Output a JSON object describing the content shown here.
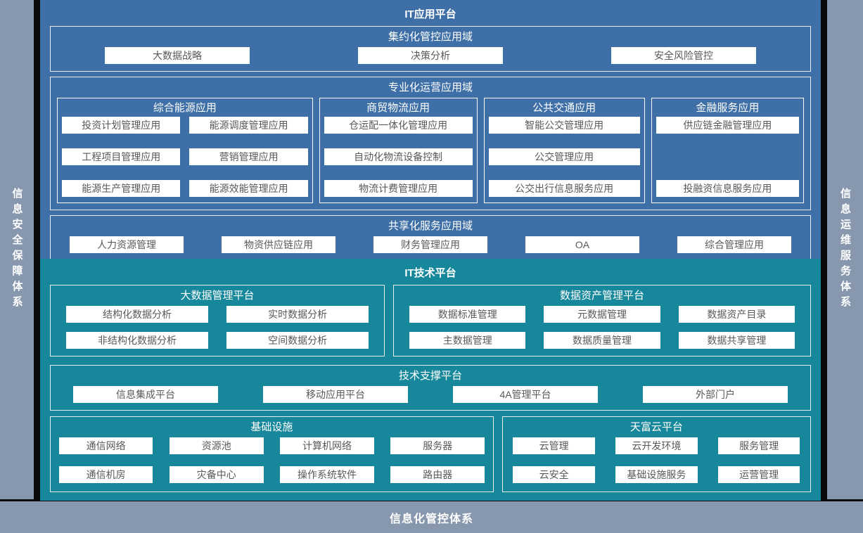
{
  "frame": {
    "left_bar": "信息安全保障体系",
    "right_bar": "信息运维服务体系",
    "bottom_bar": "信息化管控体系"
  },
  "colors": {
    "app_blue": "#3e6fa6",
    "tech_teal": "#17879b",
    "frame_gray": "#8797ae",
    "divider_black": "#0b0b0b",
    "button_text": "#595959"
  },
  "it_app": {
    "title": "IT应用平台",
    "intensive": {
      "title": "集约化管控应用域",
      "items": [
        "大数据战略",
        "决策分析",
        "安全风险管控"
      ]
    },
    "professional": {
      "title": "专业化运营应用域",
      "groups": [
        {
          "title": "综合能源应用",
          "items": [
            "投资计划管理应用",
            "能源调度管理应用",
            "工程项目管理应用",
            "营销管理应用",
            "能源生产管理应用",
            "能源效能管理应用"
          ]
        },
        {
          "title": "商贸物流应用",
          "items": [
            "仓运配一体化管理应用",
            "自动化物流设备控制",
            "物流计费管理应用"
          ]
        },
        {
          "title": "公共交通应用",
          "items": [
            "智能公交管理应用",
            "公交管理应用",
            "公交出行信息服务应用"
          ]
        },
        {
          "title": "金融服务应用",
          "items": [
            "供应链金融管理应用",
            "投融资信息服务应用"
          ]
        }
      ]
    },
    "shared": {
      "title": "共享化服务应用域",
      "items": [
        "人力资源管理",
        "物资供应链应用",
        "财务管理应用",
        "OA",
        "综合管理应用"
      ]
    }
  },
  "it_tech": {
    "title": "IT技术平台",
    "bigdata": {
      "title": "大数据管理平台",
      "items": [
        "结构化数据分析",
        "实时数据分析",
        "非结构化数据分析",
        "空间数据分析"
      ]
    },
    "data_asset": {
      "title": "数据资产管理平台",
      "items": [
        "数据标准管理",
        "元数据管理",
        "数据资产目录",
        "主数据管理",
        "数据质量管理",
        "数据共享管理"
      ]
    },
    "tech_support": {
      "title": "技术支撑平台",
      "items": [
        "信息集成平台",
        "移动应用平台",
        "4A管理平台",
        "外部门户"
      ]
    },
    "infrastructure": {
      "title": "基础设施",
      "items": [
        "通信网络",
        "资源池",
        "计算机网络",
        "服务器",
        "通信机房",
        "灾备中心",
        "操作系统软件",
        "路由器"
      ]
    },
    "cloud": {
      "title": "天富云平台",
      "items": [
        "云管理",
        "云开发环境",
        "服务管理",
        "云安全",
        "基础设施服务",
        "运营管理"
      ]
    }
  }
}
